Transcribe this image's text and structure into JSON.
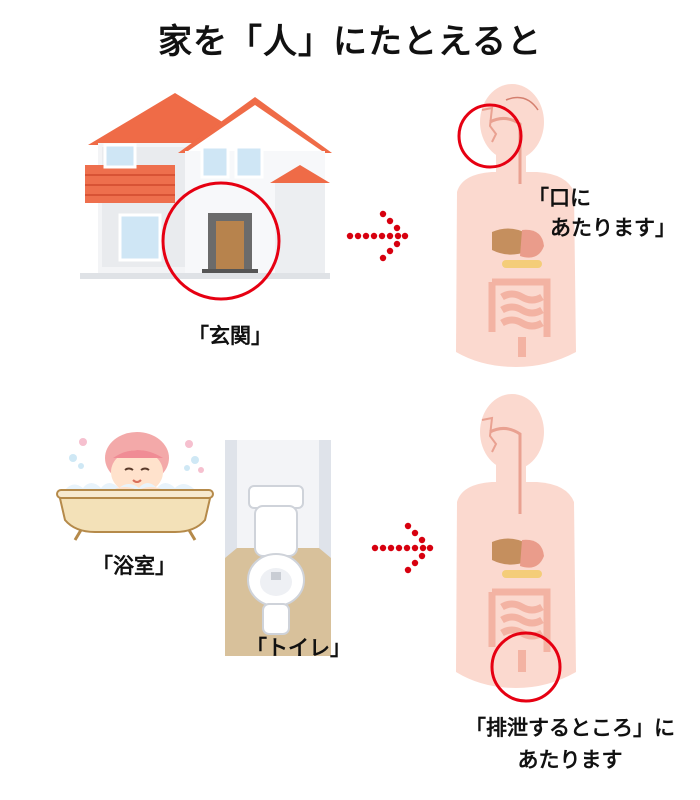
{
  "title": "家を「人」にたとえると",
  "labels": {
    "genkan": "「玄関」",
    "mouth_line1": "「口に",
    "mouth_line2": "あたります」",
    "bathroom": "「浴室」",
    "toilet": "「トイレ」",
    "excretion_line1": "「排泄するところ」に",
    "excretion_line2": "あたります"
  },
  "colors": {
    "highlight_circle": "#e60012",
    "arrow_dots": "#d7000f",
    "body_silhouette": "#fbd9cf",
    "roof": "#f06f4c"
  }
}
